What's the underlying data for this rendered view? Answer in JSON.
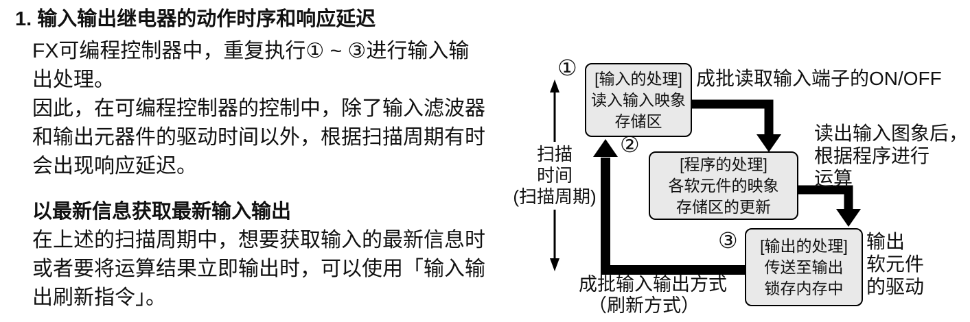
{
  "left": {
    "heading": "1. 输入输出继电器的动作时序和响应延迟",
    "para1_lines": [
      "FX可编程控制器中，重复执行① ~ ③进行输入输",
      "出处理。",
      "因此，在可编程控制器的控制中，除了输入滤波器",
      "和输出元器件的驱动时间以外，根据扫描周期有时",
      "会出现响应延迟。"
    ],
    "subheading": "以最新信息获取最新输入输出",
    "para2_lines": [
      "在上述的扫描周期中，想要获取输入的最新信息时",
      "或者要将运算结果立即输出时，可以使用「输入输",
      "出刷新指令」。"
    ]
  },
  "diagram": {
    "scan_label_lines": [
      "扫描",
      "时间",
      "(扫描周期)"
    ],
    "step1": {
      "number": "①",
      "title": "[输入的处理]",
      "lines": [
        "读入输入映象",
        "存储区"
      ],
      "note": "成批读取输入端子的ON/OFF"
    },
    "step2": {
      "number": "②",
      "title": "[程序的处理]",
      "lines": [
        "各软元件的映象",
        "存储区的更新"
      ],
      "note_lines": [
        "读出输入图象后，",
        "根据程序进行",
        "运算"
      ]
    },
    "step3": {
      "number": "③",
      "title": "[输出的处理]",
      "lines": [
        "传送至输出",
        "锁存内存中"
      ],
      "note_lines": [
        "输出",
        "软元件",
        "的驱动"
      ]
    },
    "bottom_note_lines": [
      "成批输入输出方式",
      "（刷新方式）"
    ],
    "colors": {
      "box_fill": "#e9e9e9",
      "line": "#000000"
    }
  }
}
